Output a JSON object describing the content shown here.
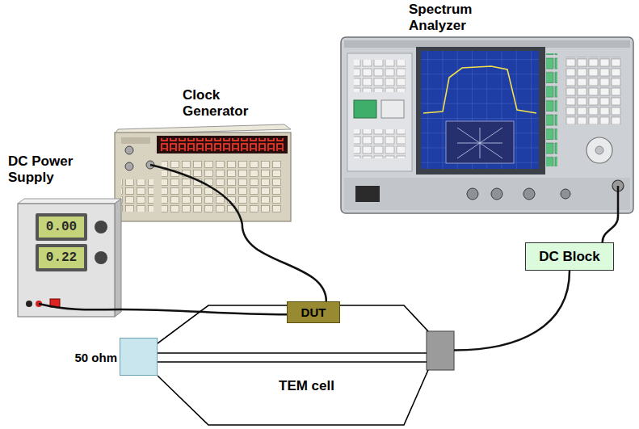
{
  "diagram": {
    "nodes": [
      {
        "text": [
          "Spectrum Analyzer"
        ]
      },
      {
        "text": [
          "Clock Generator"
        ]
      },
      {
        "text": [
          "DC Power Supply"
        ]
      },
      {
        "text": [
          "TEM cell"
        ]
      },
      {
        "text": [
          "DUT"
        ]
      },
      {
        "text": [
          "50 ohm"
        ]
      },
      {
        "text": [
          "DC Block"
        ]
      }
    ],
    "edges": [
      {
        "from": 1,
        "to": 4,
        "arrow": "none"
      },
      {
        "from": 2,
        "to": 4,
        "arrow": "none"
      },
      {
        "from": 3,
        "to": 6,
        "arrow": "none"
      },
      {
        "from": 6,
        "to": 0,
        "arrow": "none"
      }
    ],
    "labels": [
      "0.00",
      "0.22"
    ]
  }
}
